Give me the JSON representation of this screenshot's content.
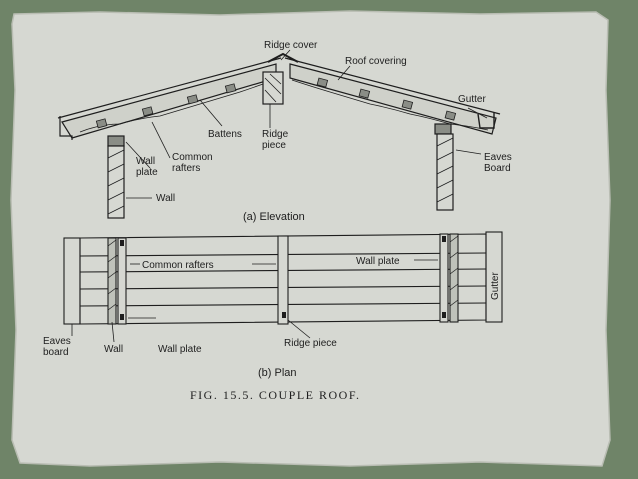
{
  "elevation": {
    "caption": "(a) Elevation",
    "labels": {
      "ridge_cover": "Ridge cover",
      "roof_covering": "Roof covering",
      "gutter": "Gutter",
      "battens": "Battens",
      "ridge_piece_1": "Ridge",
      "ridge_piece_2": "piece",
      "common_rafters_1": "Common",
      "common_rafters_2": "rafters",
      "wall_plate_1": "Wall",
      "wall_plate_2": "plate",
      "wall": "Wall",
      "eaves_board_1": "Eaves",
      "eaves_board_2": "Board"
    }
  },
  "plan": {
    "caption": "(b) Plan",
    "labels": {
      "common_rafters": "Common rafters",
      "wall_plate_top": "Wall plate",
      "gutter": "Gutter",
      "eaves_board_1": "Eaves",
      "eaves_board_2": "board",
      "wall": "Wall",
      "wall_plate": "Wall plate",
      "ridge_piece": "Ridge piece"
    }
  },
  "figure_caption": "FIG. 15.5. COUPLE ROOF.",
  "colors": {
    "frame": "#6f8468",
    "paper": "#d6d8d2",
    "ink": "#1e1e1e"
  }
}
